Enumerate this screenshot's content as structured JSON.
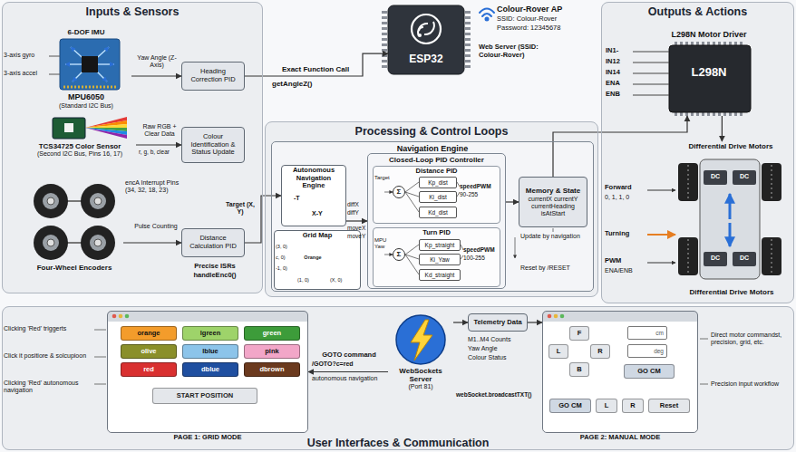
{
  "diagram": {
    "nodes": [
      {
        "text": [
          "Inputs & Sensors"
        ]
      },
      {
        "text": [
          "6-DOF IMU",
          "MPU6050",
          "(Standard I2C Bus)"
        ],
        "in": 0
      },
      {
        "text": [
          "Heading Correction PID"
        ],
        "in": 0
      },
      {
        "text": [
          "TCS34725 Color Sensor",
          "(Second I2C Bus, Pins 16, 17)"
        ],
        "in": 0
      },
      {
        "text": [
          "Colour Identification & Status Update"
        ],
        "in": 0
      },
      {
        "text": [
          "Four-Wheel Encoders"
        ],
        "in": 0
      },
      {
        "text": [
          "Distance Calculation PID"
        ],
        "in": 0
      },
      {
        "text": [
          "ESP32"
        ]
      },
      {
        "text": [
          "Processing & Control Loops"
        ]
      },
      {
        "text": [
          "Navigation Engine"
        ],
        "in": 8
      },
      {
        "text": [
          "Autonomous Navigation Engine"
        ],
        "in": 9
      },
      {
        "text": [
          "Grid Map"
        ],
        "in": 9
      },
      {
        "text": [
          "Closed-Loop PID Controller"
        ],
        "in": 9
      },
      {
        "text": [
          "Distance PID"
        ],
        "in": 12
      },
      {
        "text": [
          "Σ"
        ],
        "in": 13
      },
      {
        "text": [
          "Kp_dist"
        ],
        "in": 13
      },
      {
        "text": [
          "Ki_dist"
        ],
        "in": 13
      },
      {
        "text": [
          "Kd_dist"
        ],
        "in": 13
      },
      {
        "text": [
          "Turn PID"
        ],
        "in": 12
      },
      {
        "text": [
          "Σ"
        ],
        "in": 18
      },
      {
        "text": [
          "Kp_straight"
        ],
        "in": 18
      },
      {
        "text": [
          "Ki_Yaw"
        ],
        "in": 18
      },
      {
        "text": [
          "Kd_straight"
        ],
        "in": 18
      },
      {
        "text": [
          "Memory & State",
          "currentX currentY currentHeading isAtStart"
        ],
        "in": 9
      },
      {
        "text": [
          "Outputs & Actions"
        ]
      },
      {
        "text": [
          "L298N Motor Driver",
          "L298N"
        ],
        "in": 24
      },
      {
        "text": [
          "Differential Drive Motors"
        ],
        "in": 24
      },
      {
        "text": [
          "User Interfaces & Communication"
        ]
      },
      {
        "text": [
          "PAGE 1: GRID MODE"
        ],
        "in": 27
      },
      {
        "text": [
          "orange"
        ],
        "in": 28
      },
      {
        "text": [
          "lgreen"
        ],
        "in": 28
      },
      {
        "text": [
          "green"
        ],
        "in": 28
      },
      {
        "text": [
          "olive"
        ],
        "in": 28
      },
      {
        "text": [
          "lblue"
        ],
        "in": 28
      },
      {
        "text": [
          "pink"
        ],
        "in": 28
      },
      {
        "text": [
          "red"
        ],
        "in": 28
      },
      {
        "text": [
          "dblue"
        ],
        "in": 28
      },
      {
        "text": [
          "dbrown"
        ],
        "in": 28
      },
      {
        "text": [
          "START POSITION"
        ],
        "in": 28
      },
      {
        "text": [
          "WebSockets Server",
          "(Port 81)"
        ],
        "in": 27
      },
      {
        "text": [
          "Telemetry Data"
        ],
        "in": 27
      },
      {
        "text": [
          "PAGE 2: MANUAL MODE"
        ],
        "in": 27
      },
      {
        "text": [
          "F"
        ],
        "in": 41
      },
      {
        "text": [
          "L"
        ],
        "in": 41
      },
      {
        "text": [
          "R"
        ],
        "in": 41
      },
      {
        "text": [
          "B"
        ],
        "in": 41
      },
      {
        "text": [
          "cm"
        ],
        "in": 41
      },
      {
        "text": [
          "deg"
        ],
        "in": 41
      },
      {
        "text": [
          "GO CM"
        ],
        "in": 41
      },
      {
        "text": [
          "GO CM"
        ],
        "in": 41
      },
      {
        "text": [
          "L"
        ],
        "in": 41
      },
      {
        "text": [
          "R"
        ],
        "in": 41
      },
      {
        "text": [
          "Reset"
        ],
        "in": 41
      }
    ],
    "edges": [
      {
        "from": 1,
        "to": 2,
        "label": "Yaw Angle (Z-Axis)",
        "arrow": "to"
      },
      {
        "from": 3,
        "to": 4,
        "label": "Raw RGB + Clear Data",
        "arrow": "to"
      },
      {
        "from": 5,
        "to": 6,
        "label": "Pulse Counting",
        "arrow": "to"
      },
      {
        "from": 2,
        "to": 7,
        "label": "Exact Function Call",
        "arrow": "to"
      },
      {
        "from": 6,
        "to": 10,
        "label": "Target (X, Y)",
        "arrow": "to"
      },
      {
        "from": 10,
        "to": 12,
        "arrow": "to"
      },
      {
        "from": 12,
        "to": 23,
        "arrow": "to"
      },
      {
        "from": 23,
        "to": 25,
        "arrow": "to"
      },
      {
        "from": 25,
        "to": 26,
        "arrow": "to"
      },
      {
        "from": 39,
        "to": 28,
        "label": "GOTO command",
        "arrow": "to"
      },
      {
        "from": 39,
        "to": 40,
        "arrow": "to"
      },
      {
        "from": 40,
        "to": 41,
        "arrow": "to"
      }
    ],
    "labels": [
      "3-axis gyro",
      "3-axis accel",
      "r, g, b, clear",
      "encA Interrupt Pins (34, 32, 18, 23)",
      "Precise ISRs",
      "handleEnc0()",
      "getAngleZ()",
      "Colour-Rover AP",
      "SSID: Colour-Rover",
      "Password: 12345678",
      "Web Server (SSID: Colour-Rover)",
      "-T",
      "X-Y",
      "diffX",
      "diffY",
      "moveX",
      "moveY",
      "Red",
      "Olive",
      "Orange",
      "(3, 0)",
      "c, 0)",
      "-1, 0)",
      "(1, 0)",
      "(X, 0)",
      "Target",
      "speedPWM",
      "90-255",
      "MPU Yaw",
      "speedPWM",
      "100-255",
      "Update by navigation",
      "Reset by /RESET",
      "IN1-",
      "IN12",
      "IN14",
      "ENA",
      "ENB",
      "DC",
      "DC",
      "DC",
      "DC",
      "Forward",
      "0, 1, 1, 0",
      "Turning",
      "PWM",
      "ENA/ENB",
      "Differential Drive Motors",
      "Clicking 'Red' triggerts",
      "Click it positiore & solcupioon",
      "Clicking 'Red' autonomous navigation",
      "/GOTO?c=red",
      "autonomous navigation",
      "M1..M4 Counts",
      "Yaw Angle",
      "Colour Status",
      "webSocket.broadcastTXT()",
      "Direct motor commandst, precision, grid, etc.",
      "Precision input workflow"
    ]
  }
}
